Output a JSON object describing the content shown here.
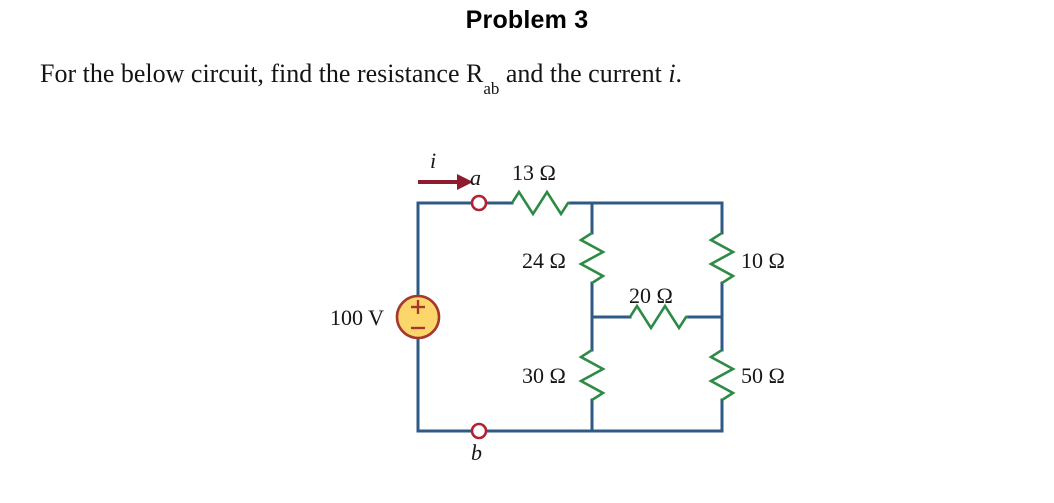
{
  "title": "Problem 3",
  "prompt": {
    "part1": "For the below circuit, find the resistance R",
    "subscript": "ab",
    "part2": " and the current ",
    "current_symbol": "i",
    "period": "."
  },
  "colors": {
    "wire": "#2F5A85",
    "resistor": "#2E8B46",
    "node_terminal": "#B22234",
    "arrow": "#8E1B2E",
    "source_fill": "#FBD66B",
    "source_border": "#A6372F",
    "text": "#161616"
  },
  "circuit": {
    "source": {
      "label": "100 V",
      "plus": "+",
      "minus": "−"
    },
    "terminals": [
      {
        "name": "a",
        "label": "a"
      },
      {
        "name": "b",
        "label": "b"
      }
    ],
    "current": {
      "label": "i"
    },
    "resistors": [
      {
        "name": "r13",
        "label": "13 Ω",
        "value": 13,
        "unit": "Ω",
        "orientation": "horizontal"
      },
      {
        "name": "r24",
        "label": "24 Ω",
        "value": 24,
        "unit": "Ω",
        "orientation": "vertical"
      },
      {
        "name": "r10",
        "label": "10 Ω",
        "value": 10,
        "unit": "Ω",
        "orientation": "vertical"
      },
      {
        "name": "r20",
        "label": "20 Ω",
        "value": 20,
        "unit": "Ω",
        "orientation": "horizontal"
      },
      {
        "name": "r30",
        "label": "30 Ω",
        "value": 30,
        "unit": "Ω",
        "orientation": "vertical"
      },
      {
        "name": "r50",
        "label": "50 Ω",
        "value": 50,
        "unit": "Ω",
        "orientation": "vertical"
      }
    ]
  }
}
